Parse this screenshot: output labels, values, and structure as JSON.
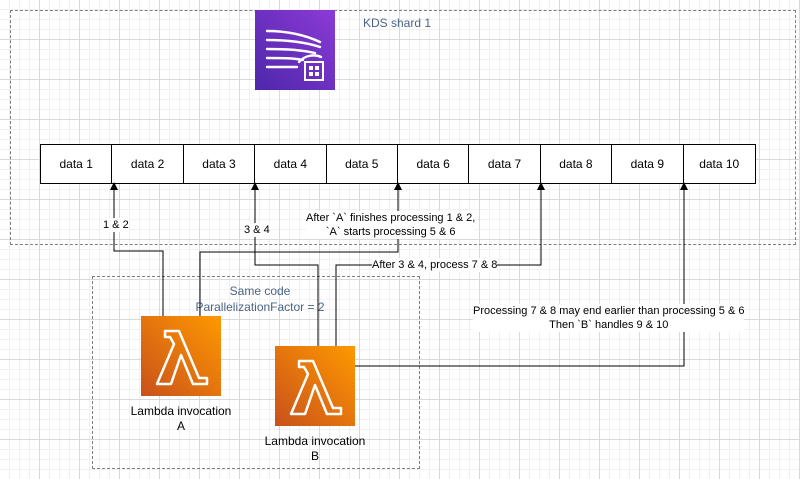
{
  "shard": {
    "label": "KDS shard 1",
    "icon": "kinesis-data-streams-icon"
  },
  "data_records": [
    "data 1",
    "data 2",
    "data 3",
    "data 4",
    "data 5",
    "data 6",
    "data 7",
    "data 8",
    "data 9",
    "data 10"
  ],
  "lambda_group": {
    "line1": "Same code",
    "line2": "ParallelizationFactor = 2"
  },
  "lambdas": {
    "a": {
      "line1": "Lambda invocation",
      "line2": "A",
      "icon": "lambda-icon"
    },
    "b": {
      "line1": "Lambda invocation",
      "line2": "B",
      "icon": "lambda-icon"
    }
  },
  "edges": {
    "a_first": "1 & 2",
    "b_first": "3 & 4",
    "a_second_line1": "After `A` finishes processing 1 & 2,",
    "a_second_line2": "`A` starts processing 5 & 6",
    "b_second": "After 3 & 4, process 7 & 8",
    "b_third_line1": "Processing 7 & 8 may end earlier than processing 5 & 6",
    "b_third_line2": "Then `B` handles 9 & 10"
  },
  "colors": {
    "kinesis_gradient": [
      "#4d27aa",
      "#8c3ad6"
    ],
    "lambda_gradient": [
      "#c8511b",
      "#ff9900"
    ],
    "group_label": "#4a6584"
  }
}
